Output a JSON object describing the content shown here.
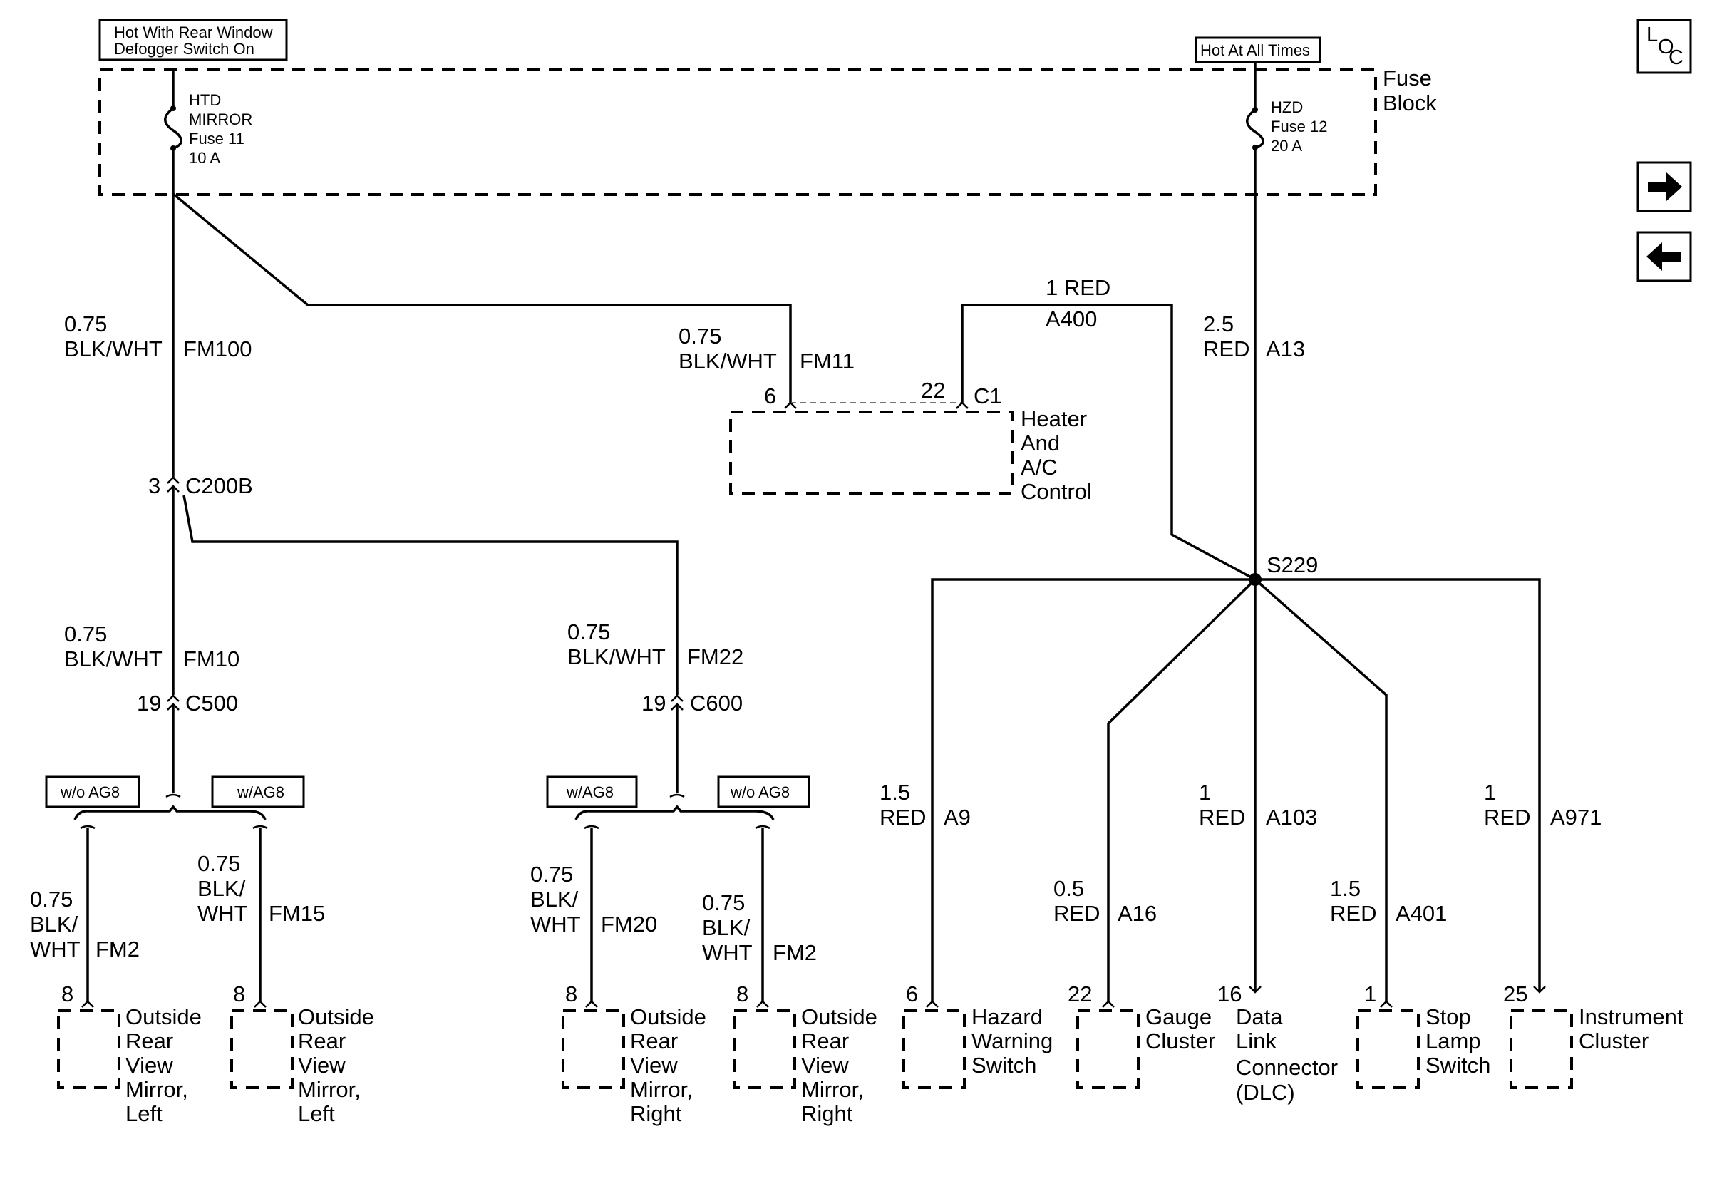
{
  "supply": {
    "left_label": [
      "Hot With Rear Window",
      "Defogger Switch On"
    ],
    "right_label": "Hot At All Times",
    "fuse_block": [
      "Fuse",
      "Block"
    ]
  },
  "fuses": {
    "left": [
      "HTD",
      "MIRROR",
      "Fuse 11",
      "10 A"
    ],
    "right": [
      "HZD",
      "Fuse 12",
      "20 A"
    ]
  },
  "nav": {
    "loc_top": "L",
    "loc_mid": "O",
    "loc_bot": "C"
  },
  "wires": {
    "fm100": [
      "0.75",
      "BLK/WHT",
      "FM100"
    ],
    "fm11": [
      "0.75",
      "BLK/WHT",
      "FM11"
    ],
    "a400": [
      "1 RED",
      "A400"
    ],
    "a13": [
      "2.5",
      "RED",
      "A13"
    ],
    "fm10": [
      "0.75",
      "BLK/WHT",
      "FM10"
    ],
    "fm22": [
      "0.75",
      "BLK/WHT",
      "FM22"
    ],
    "fm2_left": [
      "0.75",
      "BLK/",
      "WHT",
      "FM2"
    ],
    "fm15": [
      "0.75",
      "BLK/",
      "WHT",
      "FM15"
    ],
    "fm20": [
      "0.75",
      "BLK/",
      "WHT",
      "FM20"
    ],
    "fm2_right": [
      "0.75",
      "BLK/",
      "WHT",
      "FM2"
    ],
    "a9": [
      "1.5",
      "RED",
      "A9"
    ],
    "a16": [
      "0.5",
      "RED",
      "A16"
    ],
    "a103": [
      "1",
      "RED",
      "A103"
    ],
    "a401": [
      "1.5",
      "RED",
      "A401"
    ],
    "a971": [
      "1",
      "RED",
      "A971"
    ]
  },
  "connectors": {
    "c200b": [
      "3",
      "C200B"
    ],
    "c500": [
      "19",
      "C500"
    ],
    "c600": [
      "19",
      "C600"
    ],
    "hvac_pin6": "6",
    "hvac_pin22": "22",
    "hvac_c1": "C1",
    "splice": "S229"
  },
  "options": {
    "wo_ag8_a": "w/o AG8",
    "w_ag8_a": "w/AG8",
    "w_ag8_b": "w/AG8",
    "wo_ag8_b": "w/o AG8"
  },
  "components": {
    "hvac": [
      "Heater",
      "And",
      "A/C",
      "Control"
    ],
    "mirror_l1": {
      "pin": "8",
      "label": [
        "Outside",
        "Rear",
        "View",
        "Mirror,",
        "Left"
      ]
    },
    "mirror_l2": {
      "pin": "8",
      "label": [
        "Outside",
        "Rear",
        "View",
        "Mirror,",
        "Left"
      ]
    },
    "mirror_r1": {
      "pin": "8",
      "label": [
        "Outside",
        "Rear",
        "View",
        "Mirror,",
        "Right"
      ]
    },
    "mirror_r2": {
      "pin": "8",
      "label": [
        "Outside",
        "Rear",
        "View",
        "Mirror,",
        "Right"
      ]
    },
    "hazard": {
      "pin": "6",
      "label": [
        "Hazard",
        "Warning",
        "Switch"
      ]
    },
    "gauge": {
      "pin": "22",
      "label": [
        "Gauge",
        "Cluster"
      ]
    },
    "dlc": {
      "pin": "16",
      "label": [
        "Data",
        "Link",
        "Connector",
        "(DLC)"
      ]
    },
    "stop": {
      "pin": "1",
      "label": [
        "Stop",
        "Lamp",
        "Switch"
      ]
    },
    "instrument": {
      "pin": "25",
      "label": [
        "Instrument",
        "Cluster"
      ]
    }
  }
}
